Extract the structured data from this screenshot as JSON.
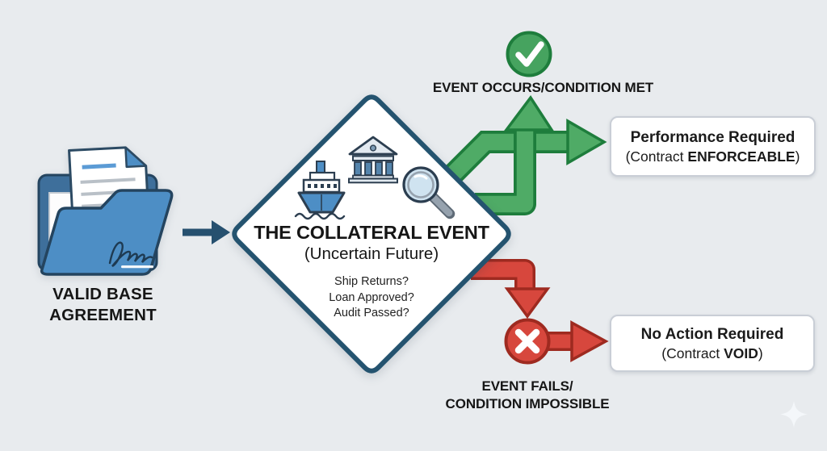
{
  "background_color": "#e8ebee",
  "colors": {
    "navy_outline": "#24536f",
    "green_fill": "#4fab66",
    "green_outline": "#1e7d3c",
    "red_fill": "#d7473d",
    "red_outline": "#9e2a20",
    "folder_blue": "#4d8ec5",
    "folder_back_blue": "#3e6f9b",
    "box_border": "#c9ced6",
    "text": "#161616"
  },
  "icons": {
    "folder-document-icon": "open folder holding a signed document",
    "signature-icon": "handwritten signature squiggle",
    "arrow-right-icon": "→",
    "ship-icon": "⛴",
    "bank-icon": "🏛",
    "magnifier-icon": "🔍",
    "check-icon": "✓",
    "cross-icon": "✕",
    "branch-arrow-up-right-icon": "green forked arrow (up and right)",
    "arrow-down-icon": "red bent arrow pointing down",
    "sparkle-icon": "✦"
  },
  "left_node": {
    "label_line1": "VALID BASE",
    "label_line2": "AGREEMENT"
  },
  "diamond": {
    "title": "THE COLLATERAL EVENT",
    "subtitle": "(Uncertain Future)",
    "questions": [
      "Ship Returns?",
      "Loan Approved?",
      "Audit Passed?"
    ]
  },
  "success_path": {
    "status_label": "EVENT OCCURS/CONDITION MET",
    "result_title": "Performance Required",
    "result_sub_prefix": "(Contract ",
    "result_sub_bold": "ENFORCEABLE",
    "result_sub_suffix": ")"
  },
  "failure_path": {
    "status_label_line1": "EVENT FAILS/",
    "status_label_line2": "CONDITION IMPOSSIBLE",
    "result_title": "No Action Required",
    "result_sub_prefix": "(Contract ",
    "result_sub_bold": "VOID",
    "result_sub_suffix": ")"
  }
}
